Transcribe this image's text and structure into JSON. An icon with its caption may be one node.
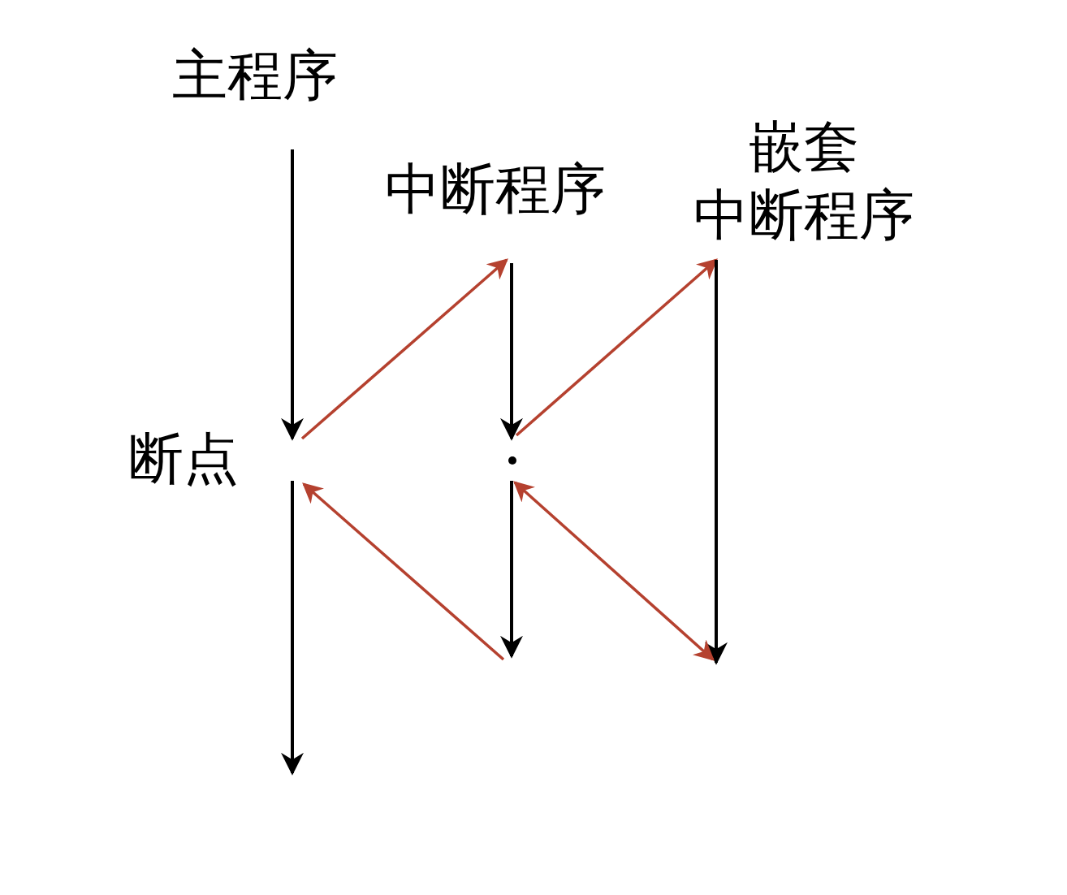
{
  "diagram": {
    "nodes": [
      {
        "text": [
          "主程序"
        ]
      },
      {
        "text": [
          "中断程序"
        ]
      },
      {
        "text": [
          "嵌套中断程序"
        ]
      },
      {
        "text": [
          "断点"
        ]
      },
      {
        "text": [],
        "shape": "point"
      }
    ],
    "edges": [
      {
        "from": 0,
        "to": 3,
        "arrow": "to"
      },
      {
        "from": 3,
        "to": null,
        "arrow": "to"
      },
      {
        "from": 3,
        "to": 1,
        "arrow": "to",
        "color": "#b5412f"
      },
      {
        "from": 1,
        "to": 4,
        "arrow": "to"
      },
      {
        "from": 4,
        "to": 2,
        "arrow": "to",
        "color": "#b5412f"
      },
      {
        "from": 4,
        "to": null,
        "arrow": "to"
      },
      {
        "from": 2,
        "to": null,
        "arrow": "to"
      },
      {
        "from": 4,
        "to": null,
        "arrow": "both",
        "color": "#b5412f"
      },
      {
        "from": null,
        "to": 3,
        "arrow": "to",
        "color": "#b5412f"
      }
    ]
  }
}
